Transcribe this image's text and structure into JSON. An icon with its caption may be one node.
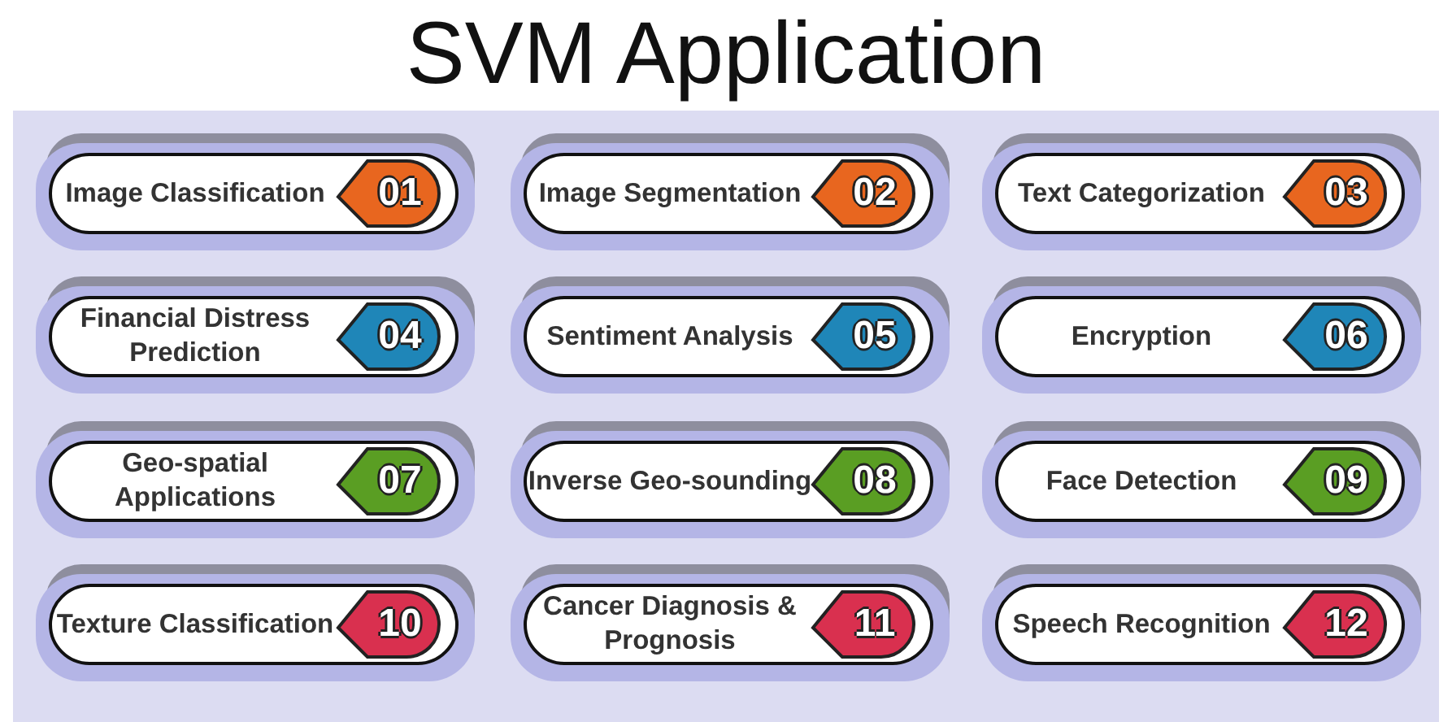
{
  "diagram": {
    "title": "SVM Application",
    "nodes": [
      {
        "text": [
          "Image Classification",
          "01"
        ]
      },
      {
        "text": [
          "Image Segmentation",
          "02"
        ]
      },
      {
        "text": [
          "Text Categorization",
          "03"
        ]
      },
      {
        "text": [
          "Financial Distress Prediction",
          "04"
        ]
      },
      {
        "text": [
          "Sentiment Analysis",
          "05"
        ]
      },
      {
        "text": [
          "Encryption",
          "06"
        ]
      },
      {
        "text": [
          "Geo-spatial Applications",
          "07"
        ]
      },
      {
        "text": [
          "Inverse Geo-sounding",
          "08"
        ]
      },
      {
        "text": [
          "Face Detection",
          "09"
        ]
      },
      {
        "text": [
          "Texture Classification",
          "10"
        ]
      },
      {
        "text": [
          "Cancer Diagnosis & Prognosis",
          "11"
        ]
      },
      {
        "text": [
          "Speech Recognition",
          "12"
        ]
      }
    ]
  }
}
